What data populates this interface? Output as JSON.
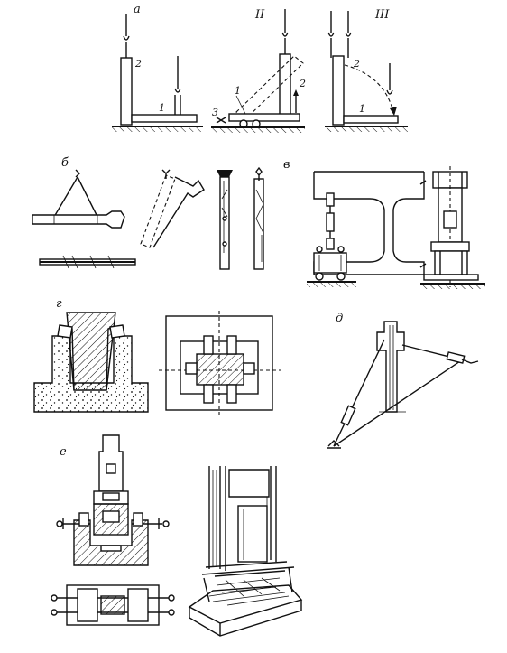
{
  "panels": {
    "a": {
      "label": "а"
    },
    "a2": {
      "label": "II"
    },
    "a3": {
      "label": "III"
    },
    "b": {
      "label": "б"
    },
    "v": {
      "label": "в"
    },
    "g": {
      "label": "г"
    },
    "d": {
      "label": "д"
    },
    "e": {
      "label": "е"
    }
  },
  "callouts": {
    "a_1": "1",
    "a_2": "2",
    "a2_1": "1",
    "a2_2": "2",
    "a2_3": "3",
    "a3_1": "1",
    "a3_2": "2"
  }
}
